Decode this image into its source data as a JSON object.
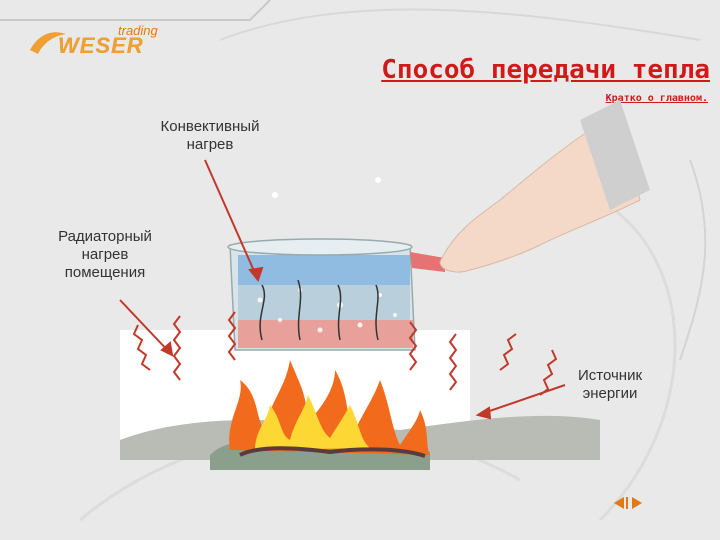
{
  "logo": {
    "small": "trading",
    "main": "WESER"
  },
  "title": "Способ передачи тепла",
  "subtitle": "Кратко о главном.",
  "labels": {
    "convective": [
      "Конвективный",
      "нагрев"
    ],
    "radiator": [
      "Радиаторный",
      "нагрев",
      "помещения"
    ],
    "source": [
      "Источник",
      "энергии"
    ]
  },
  "colors": {
    "title": "#d21919",
    "logo": "#f0a033",
    "arrow": "#c0392b",
    "flame_outer": "#f26b1d",
    "flame_inner": "#fdd835",
    "water_top": "#6fa8dc",
    "water_bottom": "#e8a19a",
    "hand": "#f5d9c8"
  },
  "icons": [
    "nav-prev-icon",
    "nav-next-icon"
  ]
}
